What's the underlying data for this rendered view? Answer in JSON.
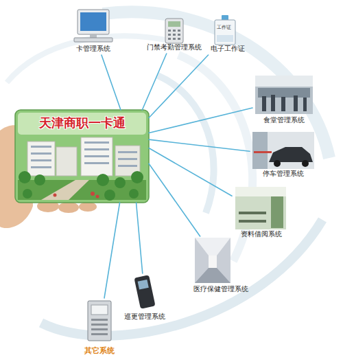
{
  "diagram": {
    "nodes": [
      {
        "text": [
          "天津商职一卡通"
        ]
      },
      {
        "text": [
          "卡管理系统"
        ]
      },
      {
        "text": [
          "门禁考勤管理系统"
        ]
      },
      {
        "text": [
          "电子工作证"
        ]
      },
      {
        "text": [
          "食堂管理系统"
        ]
      },
      {
        "text": [
          "停车管理系统"
        ]
      },
      {
        "text": [
          "资料借阅系统"
        ]
      },
      {
        "text": [
          "医疗保健管理系统"
        ]
      },
      {
        "text": [
          "巡更管理系统"
        ]
      },
      {
        "text": [
          "其它系统"
        ]
      }
    ],
    "edges": [
      {
        "from": 0,
        "to": 1,
        "arrow": "none"
      },
      {
        "from": 0,
        "to": 2,
        "arrow": "none"
      },
      {
        "from": 0,
        "to": 3,
        "arrow": "none"
      },
      {
        "from": 0,
        "to": 4,
        "arrow": "none"
      },
      {
        "from": 0,
        "to": 5,
        "arrow": "none"
      },
      {
        "from": 0,
        "to": 6,
        "arrow": "none"
      },
      {
        "from": 0,
        "to": 7,
        "arrow": "none"
      },
      {
        "from": 0,
        "to": 8,
        "arrow": "none"
      },
      {
        "from": 0,
        "to": 9,
        "arrow": "none"
      }
    ],
    "labels": [
      "工作证"
    ]
  }
}
